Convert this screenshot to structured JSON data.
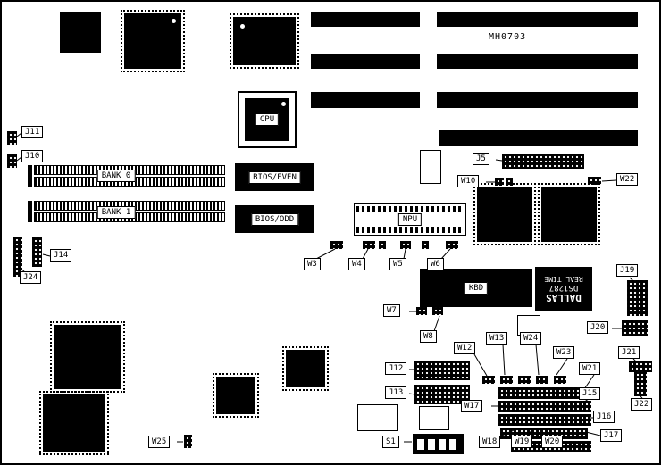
{
  "board": {
    "part_number": "MH0703"
  },
  "components": {
    "cpu": "CPU",
    "npu": "NPU",
    "bios_even": "BIOS/EVEN",
    "bios_odd": "BIOS/ODD",
    "bank0": "BANK 0",
    "bank1": "BANK 1",
    "kbd": "KBD",
    "rtc": {
      "line1": "DALLAS",
      "line2": "DS1287",
      "line3": "REAL TIME"
    }
  },
  "callouts": [
    {
      "id": "J11",
      "label": "J11"
    },
    {
      "id": "J10",
      "label": "J10"
    },
    {
      "id": "J5",
      "label": "J5"
    },
    {
      "id": "W10",
      "label": "W10"
    },
    {
      "id": "W22",
      "label": "W22"
    },
    {
      "id": "W3",
      "label": "W3"
    },
    {
      "id": "W4",
      "label": "W4"
    },
    {
      "id": "W5",
      "label": "W5"
    },
    {
      "id": "W6",
      "label": "W6"
    },
    {
      "id": "J14",
      "label": "J14"
    },
    {
      "id": "J24",
      "label": "J24"
    },
    {
      "id": "W7",
      "label": "W7"
    },
    {
      "id": "W8",
      "label": "W8"
    },
    {
      "id": "J19",
      "label": "J19"
    },
    {
      "id": "J20",
      "label": "J20"
    },
    {
      "id": "J21",
      "label": "J21"
    },
    {
      "id": "J12",
      "label": "J12"
    },
    {
      "id": "J13",
      "label": "J13"
    },
    {
      "id": "W12",
      "label": "W12"
    },
    {
      "id": "W13",
      "label": "W13"
    },
    {
      "id": "W24",
      "label": "W24"
    },
    {
      "id": "W23",
      "label": "W23"
    },
    {
      "id": "W21",
      "label": "W21"
    },
    {
      "id": "J15",
      "label": "J15"
    },
    {
      "id": "J16",
      "label": "J16"
    },
    {
      "id": "J17",
      "label": "J17"
    },
    {
      "id": "J22",
      "label": "J22"
    },
    {
      "id": "W17",
      "label": "W17"
    },
    {
      "id": "W18",
      "label": "W18"
    },
    {
      "id": "W19",
      "label": "W19"
    },
    {
      "id": "W20",
      "label": "W20"
    },
    {
      "id": "S1",
      "label": "S1"
    },
    {
      "id": "W25",
      "label": "W25"
    }
  ]
}
